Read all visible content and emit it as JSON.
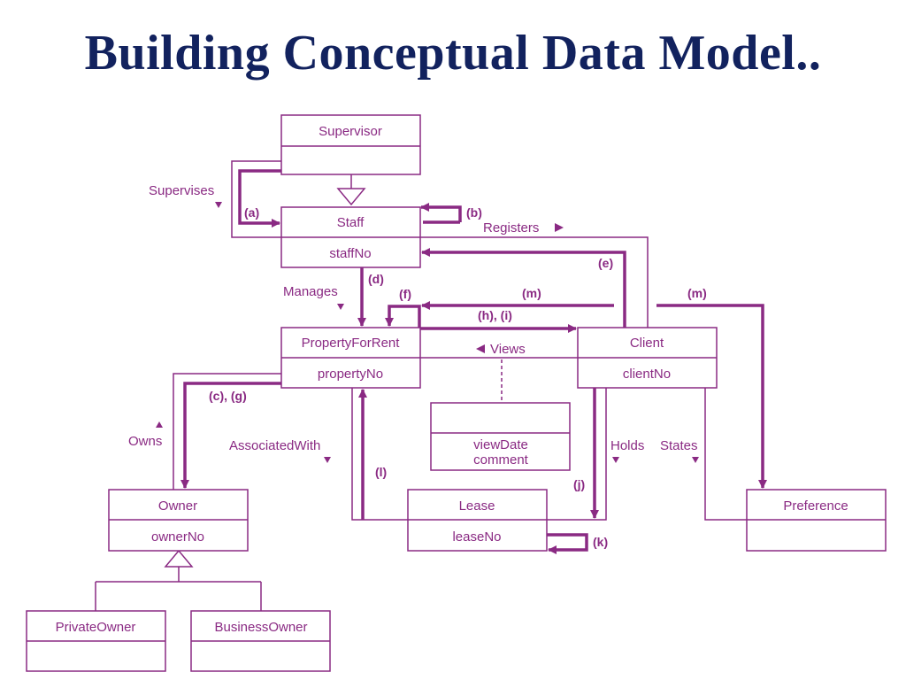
{
  "title": "Building Conceptual Data Model..",
  "colors": {
    "title": "#12225e",
    "diagram": "#8a2a83",
    "background": "#ffffff"
  },
  "entities": {
    "supervisor": {
      "name": "Supervisor",
      "attr": ""
    },
    "staff": {
      "name": "Staff",
      "attr": "staffNo"
    },
    "property": {
      "name": "PropertyForRent",
      "attr": "propertyNo"
    },
    "client": {
      "name": "Client",
      "attr": "clientNo"
    },
    "viewing": {
      "attr1": "viewDate",
      "attr2": "comment"
    },
    "owner": {
      "name": "Owner",
      "attr": "ownerNo"
    },
    "lease": {
      "name": "Lease",
      "attr": "leaseNo"
    },
    "preference": {
      "name": "Preference",
      "attr": ""
    },
    "private_owner": {
      "name": "PrivateOwner",
      "attr": ""
    },
    "business_owner": {
      "name": "BusinessOwner",
      "attr": ""
    }
  },
  "relationships": {
    "supervises": "Supervises",
    "registers": "Registers",
    "manages": "Manages",
    "views": "Views",
    "owns": "Owns",
    "associated_with": "AssociatedWith",
    "holds": "Holds",
    "states": "States"
  },
  "markers": {
    "a": "(a)",
    "b": "(b)",
    "c_g": "(c), (g)",
    "d": "(d)",
    "e": "(e)",
    "f": "(f)",
    "h_i": "(h), (i)",
    "j": "(j)",
    "k": "(k)",
    "l": "(l)",
    "m1": "(m)",
    "m2": "(m)"
  }
}
